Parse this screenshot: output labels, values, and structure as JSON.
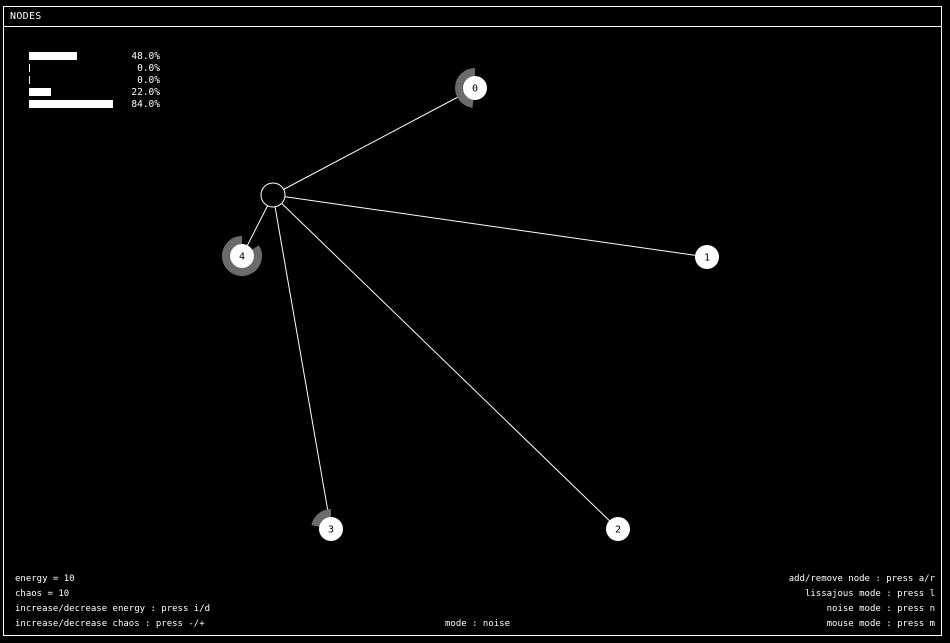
{
  "window": {
    "title": "NODES"
  },
  "bars": [
    {
      "label": "48.0%",
      "fraction": 0.48
    },
    {
      "label": "0.0%",
      "fraction": 0.0
    },
    {
      "label": "0.0%",
      "fraction": 0.0
    },
    {
      "label": "22.0%",
      "fraction": 0.22
    },
    {
      "label": "84.0%",
      "fraction": 0.84
    }
  ],
  "nodes": [
    {
      "label": "0",
      "arc": 0.48
    },
    {
      "label": "1",
      "arc": 0.0
    },
    {
      "label": "2",
      "arc": 0.0
    },
    {
      "label": "3",
      "arc": 0.22
    },
    {
      "label": "4",
      "arc": 0.84
    }
  ],
  "status": {
    "energy": "energy = 10",
    "chaos": "chaos = 10",
    "energy_help": "increase/decrease energy : press i/d",
    "chaos_help": "increase/decrease chaos : press -/+",
    "mode": "mode : noise"
  },
  "help": {
    "add_remove": "add/remove node : press a/r",
    "lissajous": "lissajous mode : press l",
    "noise": "noise mode : press n",
    "mouse": "mouse mode : press m"
  }
}
